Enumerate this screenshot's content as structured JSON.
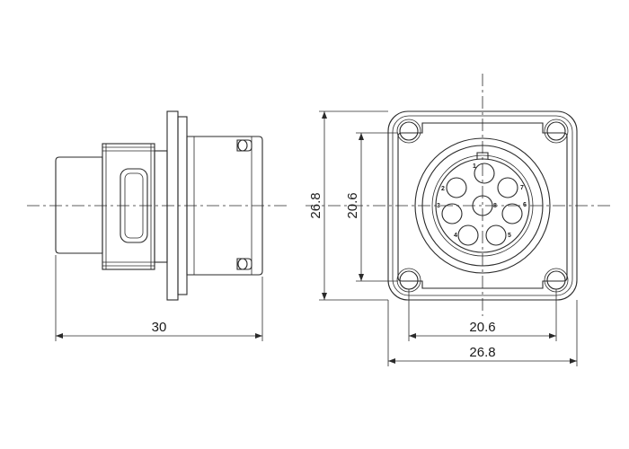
{
  "dimensions": {
    "side_length": "30",
    "front_height_outer": "26.8",
    "front_height_inner": "20.6",
    "front_width_inner": "20.6",
    "front_width_outer": "26.8"
  },
  "pins": [
    "1",
    "2",
    "3",
    "4",
    "5",
    "6",
    "7",
    "8"
  ]
}
